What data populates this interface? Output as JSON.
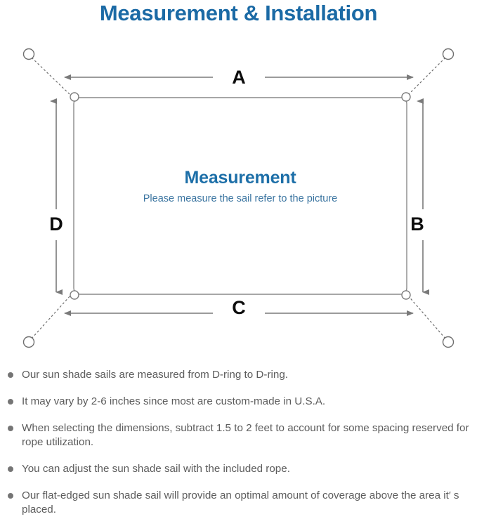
{
  "header": {
    "title": "Measurement & Installation"
  },
  "diagram": {
    "name": "sun-shade-sail-measurement-diagram",
    "sail_caption": {
      "heading": "Measurement",
      "subheading": "Please measure the sail refer to the picture"
    },
    "dimension_labels": [
      {
        "id": "A",
        "label": "A",
        "edge": "top"
      },
      {
        "id": "B",
        "label": "B",
        "edge": "right"
      },
      {
        "id": "C",
        "label": "C",
        "edge": "bottom"
      },
      {
        "id": "D",
        "label": "D",
        "edge": "left"
      }
    ],
    "colors": {
      "title_blue": "#1b6aa5",
      "caption_blue": "#1d6fa8",
      "subcaption_blue": "#3a74a0",
      "line_gray": "#808080",
      "sail_outline": "#8a8a8a",
      "arrow_gray": "#7a7a7a",
      "letter_black": "#0d0d0d",
      "bullet_gray": "#757575",
      "body_text_gray": "#5c5c5c"
    },
    "anchor_points": [
      {
        "id": "top-left-anchor"
      },
      {
        "id": "top-right-anchor"
      },
      {
        "id": "bottom-left-anchor"
      },
      {
        "id": "bottom-right-anchor"
      }
    ],
    "d_rings": [
      {
        "id": "top-left-d-ring"
      },
      {
        "id": "top-right-d-ring"
      },
      {
        "id": "bottom-left-d-ring"
      },
      {
        "id": "bottom-right-d-ring"
      }
    ]
  },
  "notes": [
    {
      "text": "Our sun shade sails are measured from D-ring to D-ring."
    },
    {
      "text": "It may vary by 2-6 inches since most are custom-made in U.S.A."
    },
    {
      "text": "When selecting the dimensions, subtract 1.5 to 2 feet to account for some spacing reserved for rope utilization."
    },
    {
      "text": "You can adjust the sun shade sail with the included rope."
    },
    {
      "text": "Our flat-edged sun shade sail will provide an optimal amount of coverage above the area it′ s placed."
    }
  ]
}
